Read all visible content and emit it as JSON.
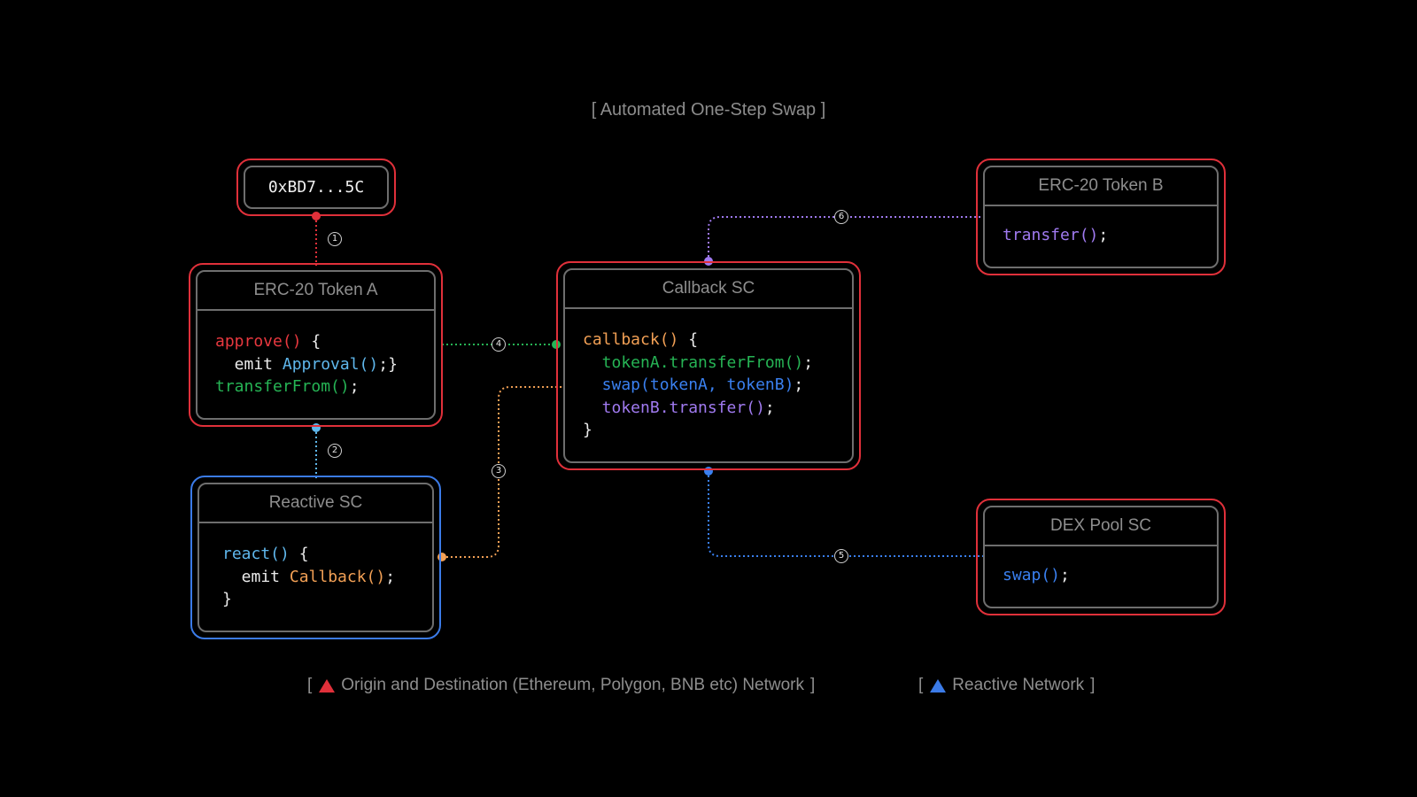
{
  "title": "[ Automated One-Step Swap ]",
  "colors": {
    "origin_network": "#e0303a",
    "reactive_network": "#3b7be8",
    "inner_border": "#6e6e6e",
    "background": "#000000"
  },
  "address_box": {
    "text": "0xBD7...5C"
  },
  "token_a": {
    "title": "ERC-20 Token A",
    "code": {
      "approve": "approve()",
      "brace_open": " {",
      "emit": "  emit ",
      "approval": "Approval()",
      "close": ";}",
      "transfer_from": "transferFrom()",
      "semi": ";"
    }
  },
  "reactive": {
    "title": "Reactive SC",
    "code": {
      "react": "react()",
      "brace_open": " {",
      "emit": "  emit ",
      "callback": "Callback()",
      "semi": ";",
      "brace_close": "}"
    }
  },
  "callback_sc": {
    "title": "Callback SC",
    "code": {
      "callback": "callback()",
      "brace_open": " {",
      "line_transfer_from": "  tokenA.transferFrom()",
      "line_swap": "  swap(tokenA, tokenB)",
      "line_transfer": "  tokenB.transfer()",
      "semi": ";",
      "brace_close": "}"
    }
  },
  "token_b": {
    "title": "ERC-20 Token B",
    "code": {
      "transfer": "transfer()",
      "semi": ";"
    }
  },
  "dex_pool": {
    "title": "DEX Pool SC",
    "code": {
      "swap": "swap()",
      "semi": ";"
    }
  },
  "steps": [
    "1",
    "2",
    "3",
    "4",
    "5",
    "6"
  ],
  "legend": {
    "origin_label": "Origin and Destination (Ethereum, Polygon, BNB etc) Network",
    "reactive_label": "Reactive Network",
    "open_bracket": "[",
    "close_bracket": "]",
    "origin_icon": "red-triangle-icon",
    "reactive_icon": "blue-triangle-icon"
  }
}
